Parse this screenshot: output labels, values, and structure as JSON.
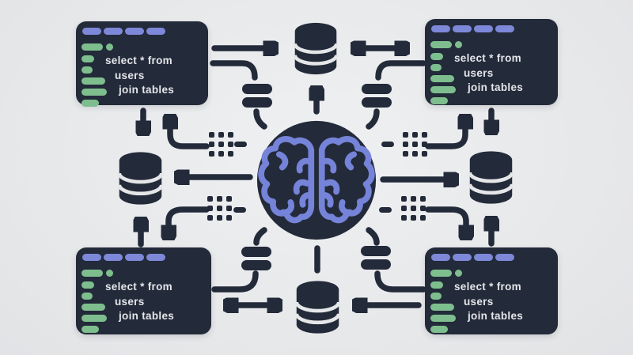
{
  "colors": {
    "background": "#e5e6e8",
    "background_edge": "#cfd0d4",
    "ink": "#232a39",
    "purple": "#7d88d8",
    "green": "#7ebe8e",
    "code_text": "#e4e6ea",
    "brain": "#7583d8"
  },
  "icons": {
    "center": "brain-icon",
    "storage": "database-icon",
    "connector_block": "stacked-rows-icon",
    "connector_dots": "dot-grid-icon",
    "connector_dash": "dash-icon"
  },
  "panels": {
    "top_left": {
      "lines": [
        "select * from",
        "users",
        "join tables"
      ]
    },
    "top_right": {
      "lines": [
        "select * from",
        "users",
        "join tables"
      ]
    },
    "bottom_left": {
      "lines": [
        "select * from",
        "users",
        "join tables"
      ]
    },
    "bottom_right": {
      "lines": [
        "select * from",
        "users",
        "join tables"
      ]
    }
  }
}
